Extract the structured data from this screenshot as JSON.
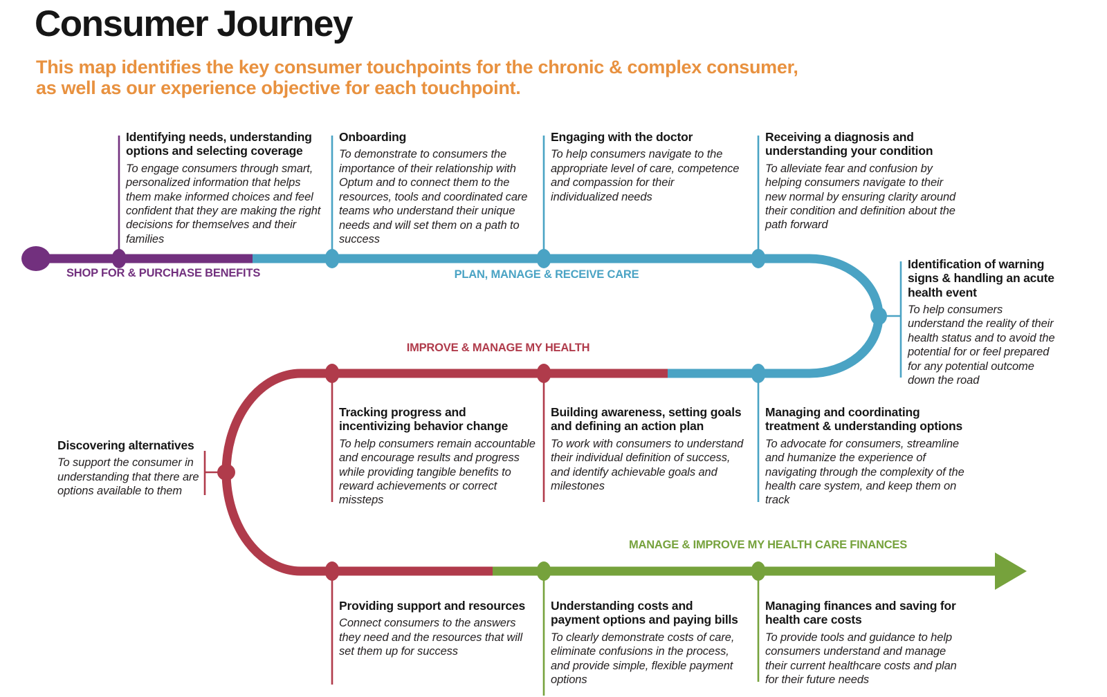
{
  "title": "Consumer Journey",
  "subtitle": "This map identifies the key consumer touchpoints for the chronic & complex consumer,\nas well as our experience objective for each touchpoint.",
  "colors": {
    "purple": "#72307e",
    "teal": "#4aa3c4",
    "red": "#b03b4b",
    "green": "#76a23c",
    "orange": "#e8913f"
  },
  "stages": [
    {
      "id": "shop",
      "label": "SHOP FOR & PURCHASE BENEFITS",
      "color": "#72307e"
    },
    {
      "id": "plan",
      "label": "PLAN, MANAGE & RECEIVE CARE",
      "color": "#4aa3c4"
    },
    {
      "id": "improve",
      "label": "IMPROVE & MANAGE MY HEALTH",
      "color": "#b03b4b"
    },
    {
      "id": "finances",
      "label": "MANAGE & IMPROVE MY HEALTH CARE FINANCES",
      "color": "#76a23c"
    }
  ],
  "touchpoints": [
    {
      "stage": "shop",
      "heading": "Identifying needs, understanding options and selecting coverage",
      "description": "To engage consumers through smart, personalized information that helps them make informed choices and feel confident that they are making the right decisions for themselves and their families"
    },
    {
      "stage": "plan",
      "heading": "Onboarding",
      "description": "To demonstrate to consumers the importance of their relationship with Optum and to connect them to the resources, tools and coordinated care teams who understand their unique needs and will set them on a path to success"
    },
    {
      "stage": "plan",
      "heading": "Engaging with the doctor",
      "description": "To help consumers navigate to the appropriate level of care, competence and compassion for their individualized needs"
    },
    {
      "stage": "plan",
      "heading": "Receiving a diagnosis and understanding your condition",
      "description": "To alleviate fear and confusion by helping consumers navigate to their new normal by ensuring clarity around their condition and definition about the path forward"
    },
    {
      "stage": "plan",
      "heading": "Identification of warning signs & handling an acute health event",
      "description": "To help consumers understand the reality of their health status and to avoid the potential for or feel prepared for any potential outcome down the road"
    },
    {
      "stage": "plan",
      "heading": "Managing and coordinating treatment & understanding options",
      "description": "To advocate for consumers, streamline and humanize the experience of navigating through the complexity of the health care system, and keep them on track"
    },
    {
      "stage": "improve",
      "heading": "Building awareness, setting goals and defining an action plan",
      "description": "To work with consumers to understand their individual definition of success, and identify achievable goals and milestones"
    },
    {
      "stage": "improve",
      "heading": "Tracking progress and incentivizing behavior change",
      "description": "To help consumers remain accountable and encourage results and progress while providing tangible benefits to reward achievements or correct missteps"
    },
    {
      "stage": "improve",
      "heading": "Discovering alternatives",
      "description": "To support the consumer in understanding that there are options available to them"
    },
    {
      "stage": "improve",
      "heading": "Providing support and resources",
      "description": "Connect consumers to the answers they need and the resources that will set them up for success"
    },
    {
      "stage": "finances",
      "heading": "Understanding costs and payment options and paying bills",
      "description": "To clearly demonstrate costs of care, eliminate confusions in the process, and provide simple, flexible payment options"
    },
    {
      "stage": "finances",
      "heading": "Managing finances and saving for health care costs",
      "description": "To provide tools and guidance to help consumers understand and manage their current healthcare costs and plan for their future needs"
    }
  ]
}
